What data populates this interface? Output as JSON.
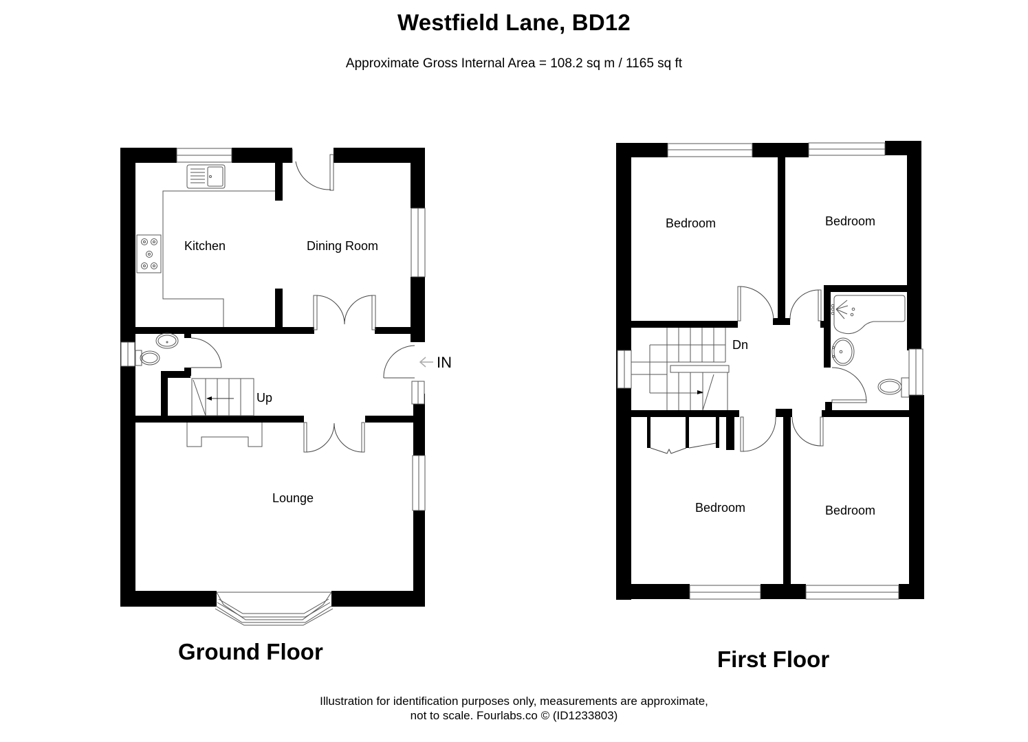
{
  "header": {
    "title": "Westfield Lane, BD12",
    "subtitle": "Approximate Gross Internal Area = 108.2 sq m / 1165 sq ft"
  },
  "ground_floor": {
    "label": "Ground Floor",
    "rooms": {
      "kitchen": "Kitchen",
      "dining_room": "Dining Room",
      "lounge": "Lounge"
    },
    "stairs_label": "Up",
    "entrance_label": "IN"
  },
  "first_floor": {
    "label": "First Floor",
    "rooms": {
      "bedroom_top_left": "Bedroom",
      "bedroom_top_right": "Bedroom",
      "bedroom_bottom_left": "Bedroom",
      "bedroom_bottom_right": "Bedroom"
    },
    "stairs_label": "Dn"
  },
  "footer": {
    "line1": "Illustration for identification purposes only, measurements are approximate,",
    "line2": "not to scale. Fourlabs.co © (ID1233803)"
  }
}
